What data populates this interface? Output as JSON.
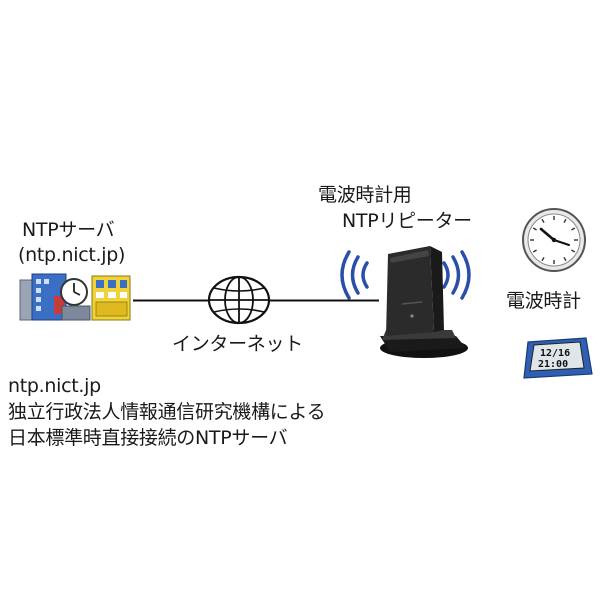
{
  "server": {
    "label": "NTPサーバ",
    "host": "(ntp.nict.jp)"
  },
  "internet": {
    "label": "インターネット"
  },
  "repeater": {
    "title_line1": "電波時計用",
    "title_line2": "NTPリピーター"
  },
  "clock": {
    "label": "電波時計",
    "display_line1": "12/16",
    "display_line2": "21:00"
  },
  "note": {
    "line1": "ntp.nict.jp",
    "line2": "独立行政法人情報通信研究機構による",
    "line3": "日本標準時直接接続のNTPサーバ"
  },
  "colors": {
    "line": "#111111",
    "wave": "#2a4fa8",
    "device": "#2a2a2a",
    "building_blue": "#3b6fc4",
    "building_yellow": "#f0d23a"
  }
}
